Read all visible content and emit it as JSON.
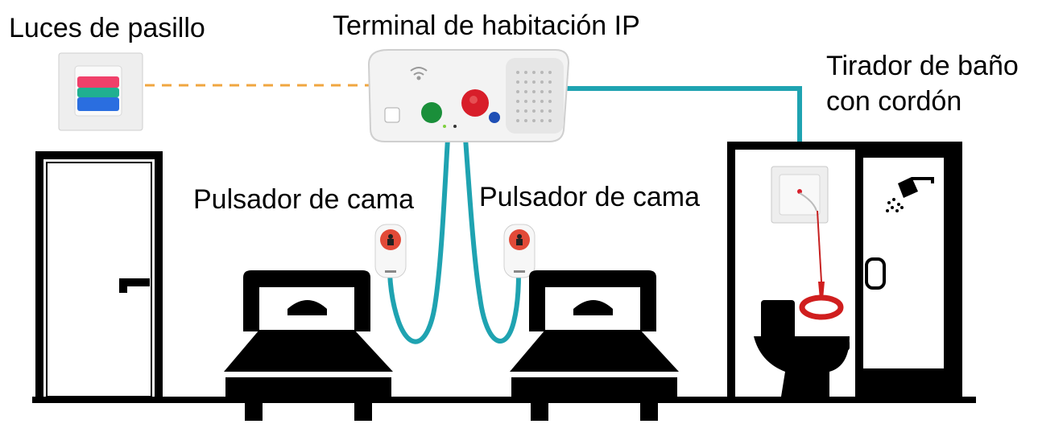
{
  "labels": {
    "hall_lights": "Luces de pasillo",
    "room_terminal": "Terminal de habitación IP",
    "bath_pull_line1": "Tirador de baño",
    "bath_pull_line2": "con cordón",
    "bed_button_left": "Pulsador de cama",
    "bed_button_right": "Pulsador de cama"
  },
  "colors": {
    "cable": "#1fa3b1",
    "dashed_link": "#f0a640",
    "silhouette": "#000000",
    "device_body": "#f2f2f2",
    "button_green": "#1a8f3a",
    "button_red": "#d81e2a",
    "button_blue": "#1f4fb5",
    "light_red": "#f0406a",
    "light_green": "#20b090",
    "light_blue": "#2a6ee0"
  }
}
